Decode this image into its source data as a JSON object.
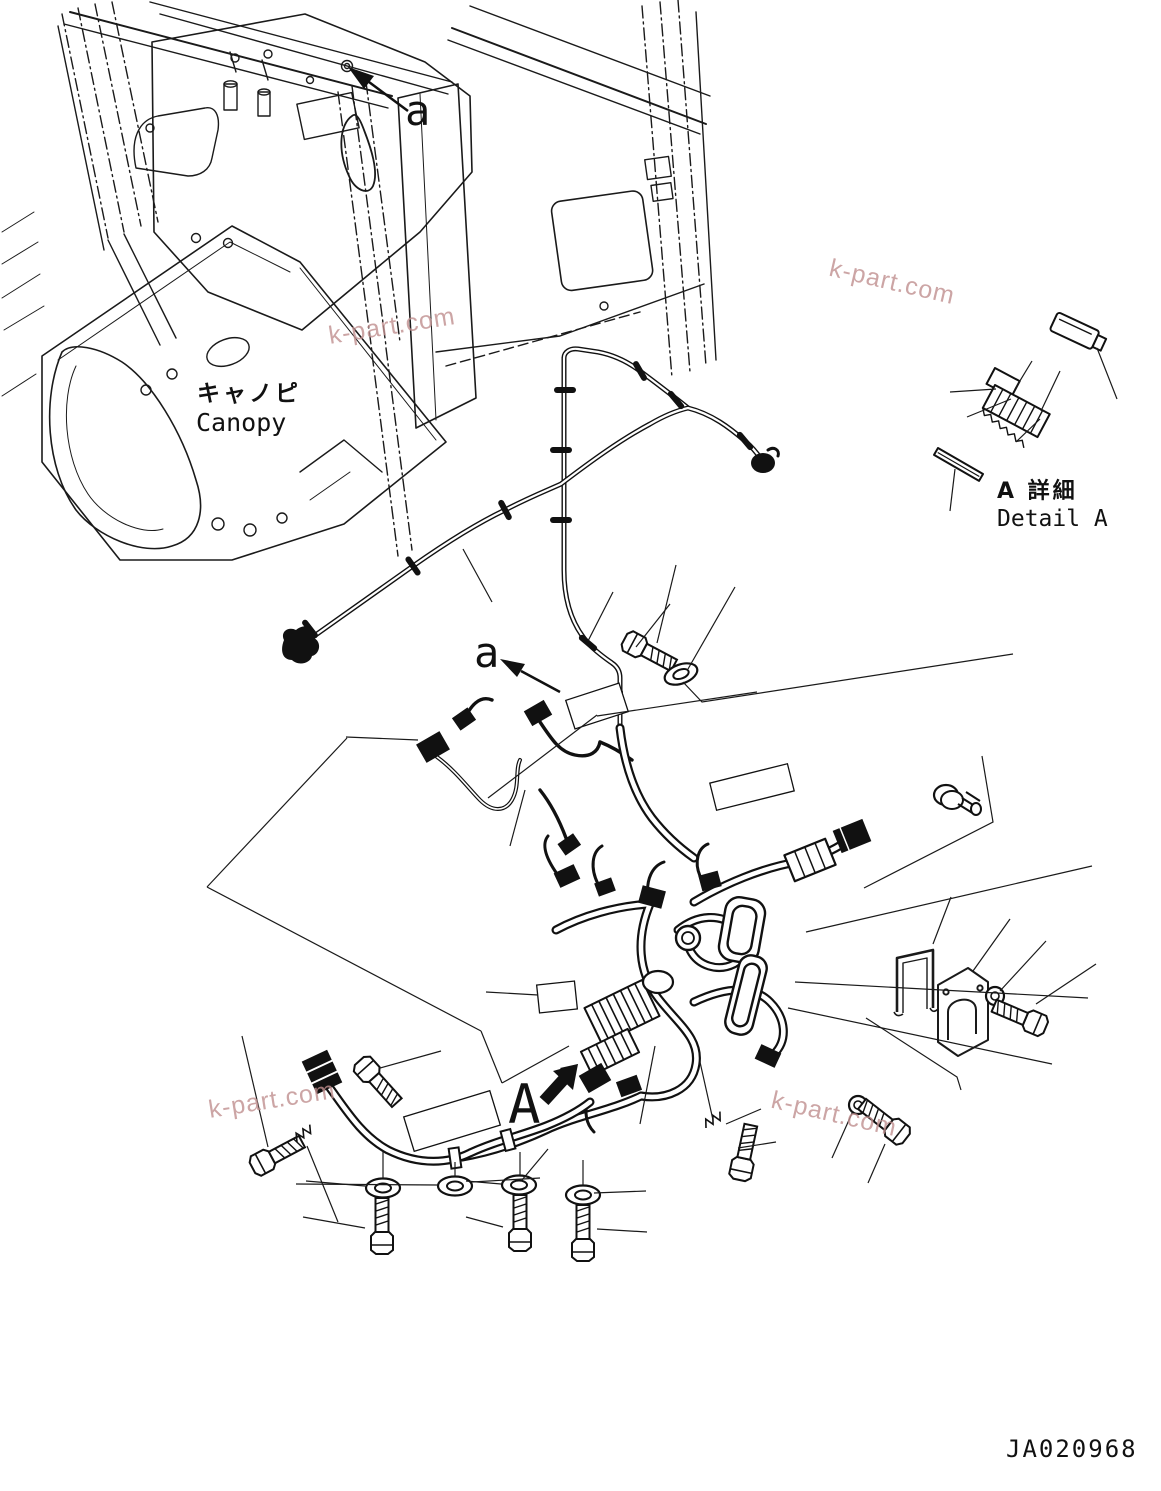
{
  "document": {
    "type": "parts-catalog-exploded-view",
    "subject": "canopy electrical wiring harness",
    "drawing_number": "JA020968",
    "background_color": "#ffffff",
    "line_color": "#1a1a1a"
  },
  "labels": {
    "assembly_jp": "キャノピ",
    "assembly_en": "Canopy",
    "view_arrow_top": "a",
    "view_arrow_mid": "a",
    "section_arrow": "A",
    "detail_title_jp": "A 詳細",
    "detail_title_en": "Detail A"
  },
  "watermark": {
    "text": "k-part.com",
    "color": "#c08f8f"
  },
  "components": [
    "canopy-frame",
    "wiring-harness",
    "sub-harness",
    "main-harness-cluster",
    "ground-cable",
    "bolts",
    "washers",
    "spring-pin",
    "clamp-bracket",
    "mounting-plate",
    "connector-detail-a"
  ]
}
